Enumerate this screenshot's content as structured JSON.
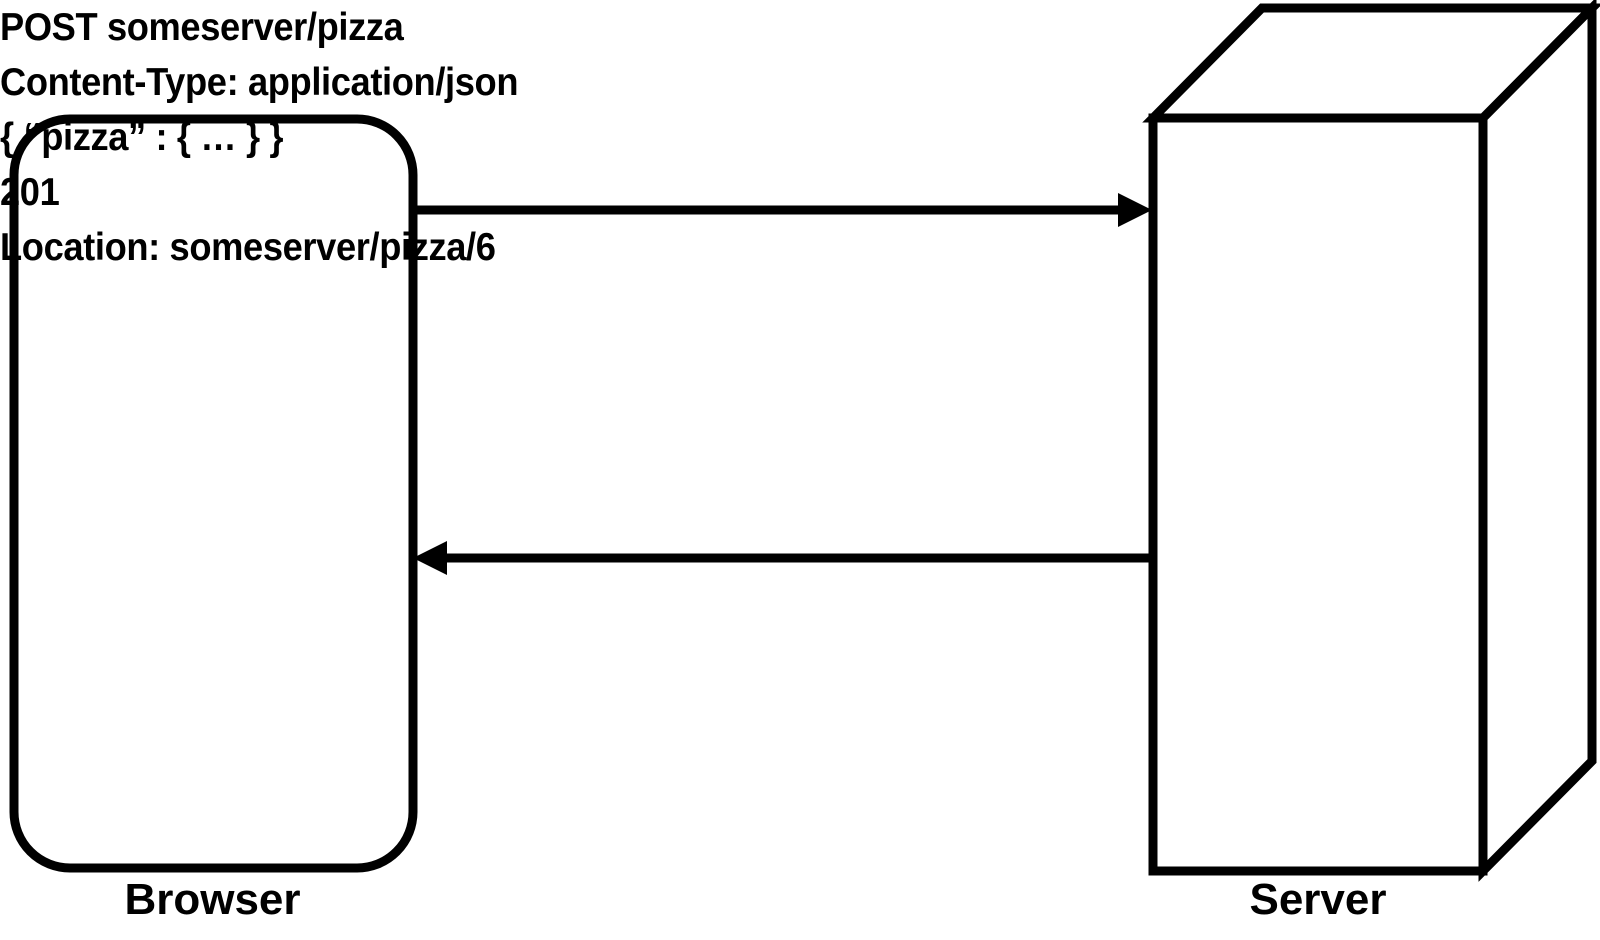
{
  "diagram": {
    "type": "http-request-response-sequence",
    "title": "",
    "background_color": "#ffffff",
    "stroke_color": "#000000",
    "nodes": [
      {
        "id": "browser",
        "label": "Browser",
        "shape": "rounded-rectangle",
        "icon": "browser-box-icon"
      },
      {
        "id": "server",
        "label": "Server",
        "shape": "3d-box",
        "icon": "server-box-icon"
      }
    ],
    "messages": [
      {
        "id": "request",
        "direction": "browser-to-server",
        "arrow": "right-arrow-icon",
        "lines": [
          "POST someserver/pizza",
          "Content-Type: application/json",
          "{ “pizza” : { … } }"
        ]
      },
      {
        "id": "response",
        "direction": "server-to-browser",
        "arrow": "left-arrow-icon",
        "lines": [
          "201",
          "Location: someserver/pizza/6"
        ]
      }
    ]
  }
}
